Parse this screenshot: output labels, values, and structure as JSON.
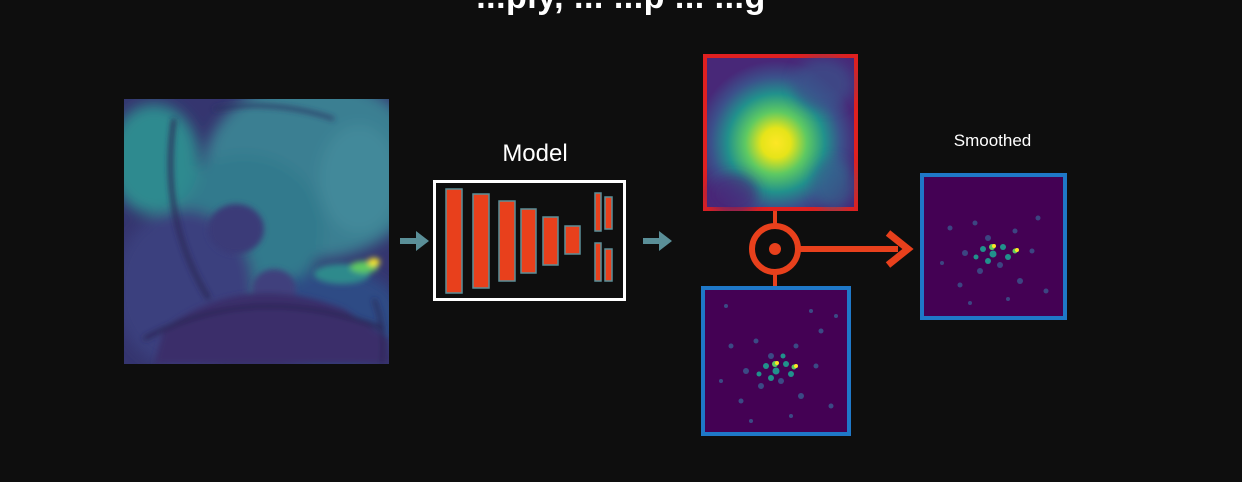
{
  "title_fragment": "...ply, ... ...p ... ...g",
  "model": {
    "label": "Model"
  },
  "smoothed": {
    "label": "Smoothed"
  },
  "colors": {
    "background": "#0e0e0e",
    "arrow_small": "#5a8f98",
    "model_box_border": "#ffffff",
    "model_layers": "#e8401c",
    "model_layer_edge": "#5a8f98",
    "operator": "#e8401c",
    "frame_red": "#e02020",
    "frame_blue": "#1f78c8",
    "viridis_dark": "#440154",
    "viridis_mid": "#21918c",
    "viridis_light": "#5ec962",
    "viridis_bright": "#fde725"
  },
  "icons": [
    "arrow-right-icon",
    "target-operator-icon"
  ]
}
